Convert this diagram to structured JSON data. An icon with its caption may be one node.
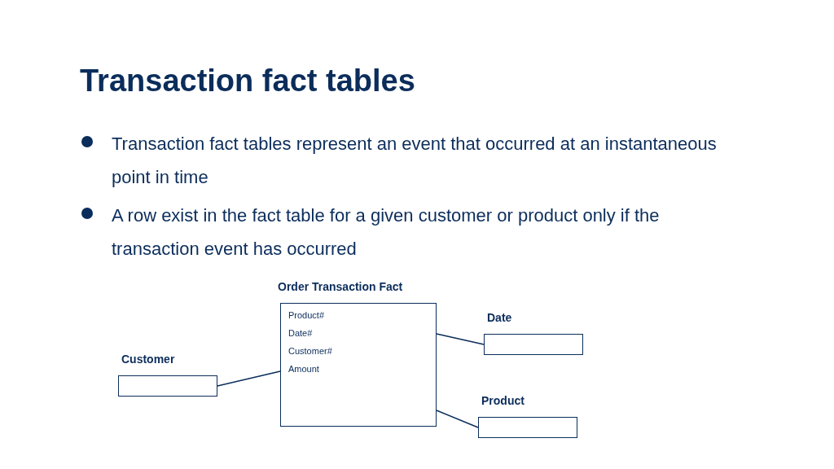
{
  "diagram": {
    "title": "Transaction fact tables",
    "nodes": [
      {
        "text": [
          "Order Transaction Fact",
          "Product#",
          "Date#",
          "Customer#",
          "Amount"
        ]
      },
      {
        "text": [
          "Customer"
        ]
      },
      {
        "text": [
          "Date"
        ]
      },
      {
        "text": [
          "Product"
        ]
      }
    ],
    "edges": [
      {
        "from": 1,
        "to": 0,
        "arrow": "none"
      },
      {
        "from": 0,
        "to": 2,
        "arrow": "none"
      },
      {
        "from": 0,
        "to": 3,
        "arrow": "none"
      }
    ],
    "labels": [
      "Transaction fact tables represent an event that occurred at an instantaneous point in time",
      "A row exist in the fact table for a given customer or product only if the transaction event has occurred"
    ]
  }
}
